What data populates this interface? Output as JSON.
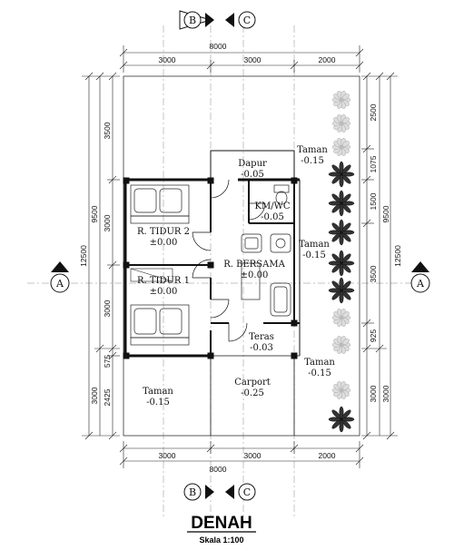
{
  "title": "DENAH",
  "scale": "Skala 1:100",
  "sections": {
    "b_top": "B",
    "c_top": "C",
    "b_bottom": "B",
    "c_bottom": "C",
    "a_left": "A",
    "a_right": "A"
  },
  "rooms": {
    "dapur": {
      "name": "Dapur",
      "level": "-0.05"
    },
    "taman_top": {
      "name": "Taman",
      "level": "-0.15"
    },
    "kmwc": {
      "name": "KM/WC",
      "level": "-0.05"
    },
    "tidur2": {
      "name": "R. TIDUR 2",
      "level": "±0.00"
    },
    "bersama": {
      "name": "R. BERSAMA",
      "level": "±0.00"
    },
    "taman_right": {
      "name": "Taman",
      "level": "-0.15"
    },
    "tidur1": {
      "name": "R. TIDUR 1",
      "level": "±0.00"
    },
    "teras": {
      "name": "Teras",
      "level": "-0.03"
    },
    "taman_br": {
      "name": "Taman",
      "level": "-0.15"
    },
    "carport": {
      "name": "Carport",
      "level": "-0.25"
    },
    "taman_bl": {
      "name": "Taman",
      "level": "-0.15"
    }
  },
  "dims": {
    "top_total": "8000",
    "top_1": "3000",
    "top_2": "3000",
    "top_3": "2000",
    "bottom_total": "8000",
    "bottom_1": "3000",
    "bottom_2": "3000",
    "bottom_3": "2000",
    "left_total": "12500",
    "left_9500": "9500",
    "left_3500": "3500",
    "left_3000a": "3000",
    "left_3000b": "3000",
    "left_575": "575",
    "left_2425": "2425",
    "left_3000c": "3000",
    "right_total": "12500",
    "right_9500": "9500",
    "right_2500": "2500",
    "right_1075": "1075",
    "right_1500": "1500",
    "right_3500": "3500",
    "right_925": "925",
    "right_3000": "3000",
    "right_3000b": "3000"
  },
  "colors": {
    "line": "#222222",
    "wall": "#111111",
    "text": "#111111",
    "background": "#ffffff"
  }
}
